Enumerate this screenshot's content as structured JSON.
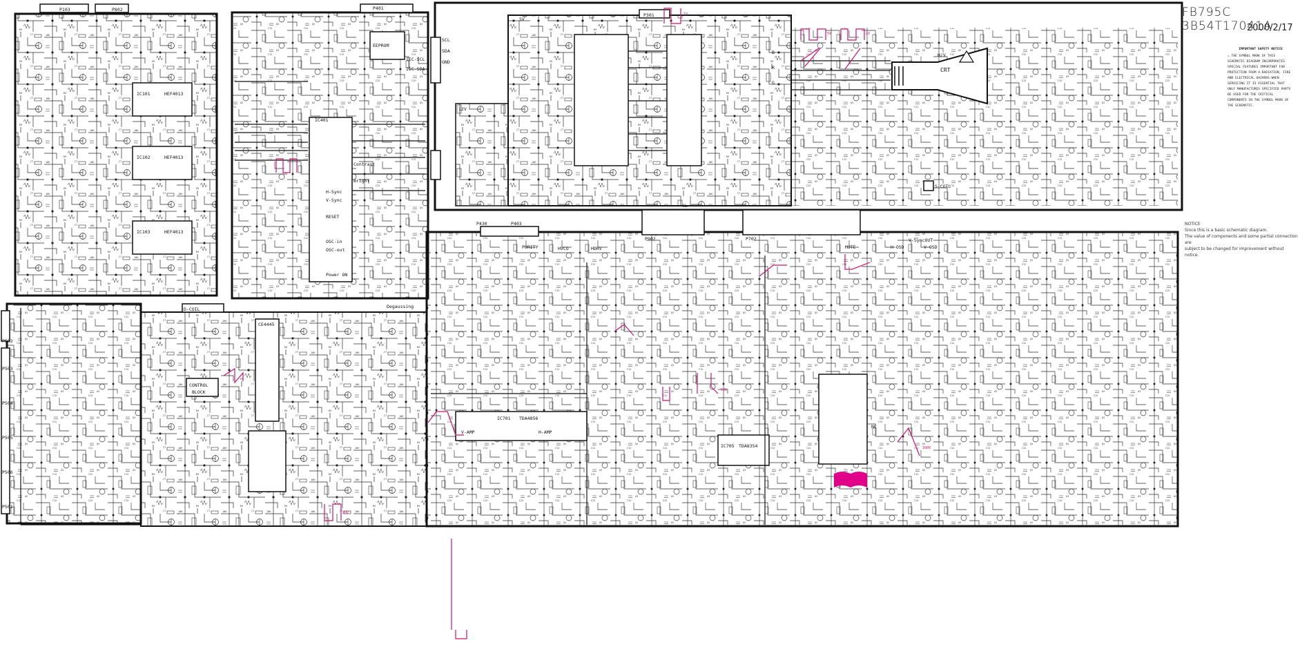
{
  "header": {
    "title": "FB795C 3B54T17041A",
    "date": "2000/2/17"
  },
  "safety_notice": {
    "title": "IMPORTANT SAFETY NOTICE",
    "body": "THE SYMBOL MARK OF THIS SCHEMATIC DIAGRAM INCORPORATES SPECIAL FEATURES IMPORTANT FOR PROTECTION FROM X-RADIATION, FIRE AND ELECTRICAL HAZARDS-WHEN SERVICING IT IS ESSENTIAL THAT ONLY MANUFACTURES SPECIFIED PARTS BE USED FOR THE CRITICAL COMPONENTS IN THE SYMBOL MARK OF THE SCHEMATIC."
  },
  "notice": {
    "title": "NOTICE",
    "line1": "Since this is a basic schematic diagram.",
    "line2": "The value of components and some partial connection are",
    "line3": "subject to be changed for improvement without notice."
  },
  "connectors": {
    "p103": "P103",
    "p802": "P802",
    "p401": "P401",
    "p301": "P301",
    "p430": "P430",
    "p403": "P403",
    "p902": "P902",
    "p702": "P702",
    "p502": "P502",
    "p503": "P503",
    "p504": "P504",
    "p505": "P505",
    "p506": "P506",
    "p501": "P501"
  },
  "ics": {
    "ic101": "IC101",
    "ic102": "IC102",
    "ic103": "IC103",
    "hef": "HEF4013",
    "eeprom": "EEPROM",
    "ic401": "IC401",
    "ic701": "TDA4856",
    "ic701_ref": "IC701",
    "ic705": "IC705",
    "tda8354": "TDA8354",
    "ce4445": "CE4445",
    "control": "CONTROL",
    "block": "BLOCK"
  },
  "signals": {
    "iic_scl": "IIC-SCL",
    "iic_sda": "IIC-SDA",
    "crt": "CRT",
    "hv": "H/V",
    "degaussing": "Degaussing",
    "purity": "PURITY",
    "scl": "SCL",
    "sda": "SDA",
    "gnd": "GND",
    "v12": "12V",
    "v5": "5V",
    "cl": "CL",
    "b": "B",
    "r": "R",
    "g": "G",
    "v_osd": "V-OSD",
    "h_osd": "H-OSD",
    "d_coil": "D-COIL",
    "s_coil": "S-COIL",
    "mute": "MUTE",
    "bright": "Bright",
    "contrast": "Contrast",
    "h_sync": "H-Sync",
    "v_sync": "V-Sync",
    "reset": "RESET",
    "osc_in": "OSC-in",
    "osc_out": "OSC-out",
    "power_on": "Power ON",
    "hvco": "HVCO",
    "hdrv": "HDRV",
    "vsync_out": "V-SyncOUT",
    "nc": "NC",
    "v_amp": "V-AMP",
    "h_amp": "H-AMP"
  },
  "wave_labels": {
    "a": "1V",
    "b": "5V",
    "c": "2V",
    "d": "20V",
    "e": "50V",
    "f": "100V"
  },
  "colors": {
    "ink": "#1a1a1a",
    "annotation": "#d0106e",
    "highlight": "#e0008a"
  }
}
